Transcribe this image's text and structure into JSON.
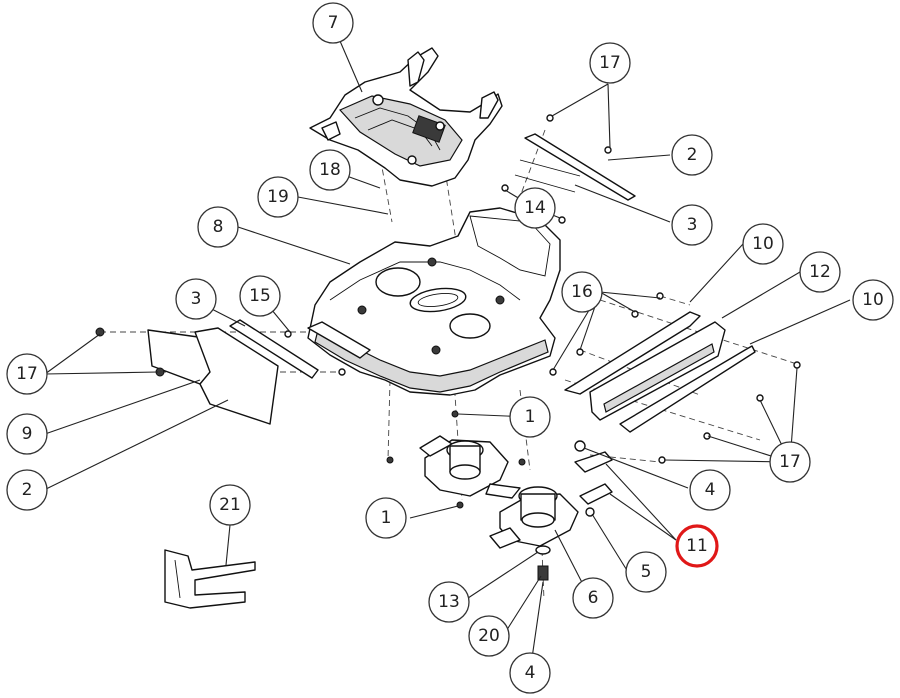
{
  "diagram": {
    "highlight_color": "#e01818",
    "line_color": "#111111",
    "callouts": [
      {
        "id": "c7",
        "label": "7",
        "highlight": false
      },
      {
        "id": "c17a",
        "label": "17",
        "highlight": false
      },
      {
        "id": "c2a",
        "label": "2",
        "highlight": false
      },
      {
        "id": "c18",
        "label": "18",
        "highlight": false
      },
      {
        "id": "c19",
        "label": "19",
        "highlight": false
      },
      {
        "id": "c14",
        "label": "14",
        "highlight": false
      },
      {
        "id": "c3a",
        "label": "3",
        "highlight": false
      },
      {
        "id": "c8",
        "label": "8",
        "highlight": false
      },
      {
        "id": "c10a",
        "label": "10",
        "highlight": false
      },
      {
        "id": "c12",
        "label": "12",
        "highlight": false
      },
      {
        "id": "c10b",
        "label": "10",
        "highlight": false
      },
      {
        "id": "c16",
        "label": "16",
        "highlight": false
      },
      {
        "id": "c3b",
        "label": "3",
        "highlight": false
      },
      {
        "id": "c15",
        "label": "15",
        "highlight": false
      },
      {
        "id": "c17b",
        "label": "17",
        "highlight": false
      },
      {
        "id": "c9",
        "label": "9",
        "highlight": false
      },
      {
        "id": "c2b",
        "label": "2",
        "highlight": false
      },
      {
        "id": "c1a",
        "label": "1",
        "highlight": false
      },
      {
        "id": "c17c",
        "label": "17",
        "highlight": false
      },
      {
        "id": "c4a",
        "label": "4",
        "highlight": false
      },
      {
        "id": "c1b",
        "label": "1",
        "highlight": false
      },
      {
        "id": "c21",
        "label": "21",
        "highlight": false
      },
      {
        "id": "c11",
        "label": "11",
        "highlight": true
      },
      {
        "id": "c5",
        "label": "5",
        "highlight": false
      },
      {
        "id": "c6",
        "label": "6",
        "highlight": false
      },
      {
        "id": "c13",
        "label": "13",
        "highlight": false
      },
      {
        "id": "c20",
        "label": "20",
        "highlight": false
      },
      {
        "id": "c4b",
        "label": "4",
        "highlight": false
      }
    ]
  }
}
